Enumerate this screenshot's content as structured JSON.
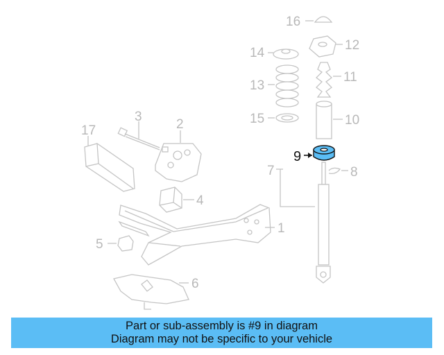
{
  "diagram": {
    "highlighted_part": "9",
    "highlight_color": "#5bbdf5",
    "callouts": [
      "1",
      "2",
      "3",
      "4",
      "5",
      "6",
      "7",
      "8",
      "9",
      "10",
      "11",
      "12",
      "13",
      "14",
      "15",
      "16",
      "17"
    ]
  },
  "banner": {
    "line1": "Part or sub-assembly is #9 in diagram",
    "line2": "Diagram may not be specific to your vehicle",
    "background": "#5bbdf5"
  }
}
